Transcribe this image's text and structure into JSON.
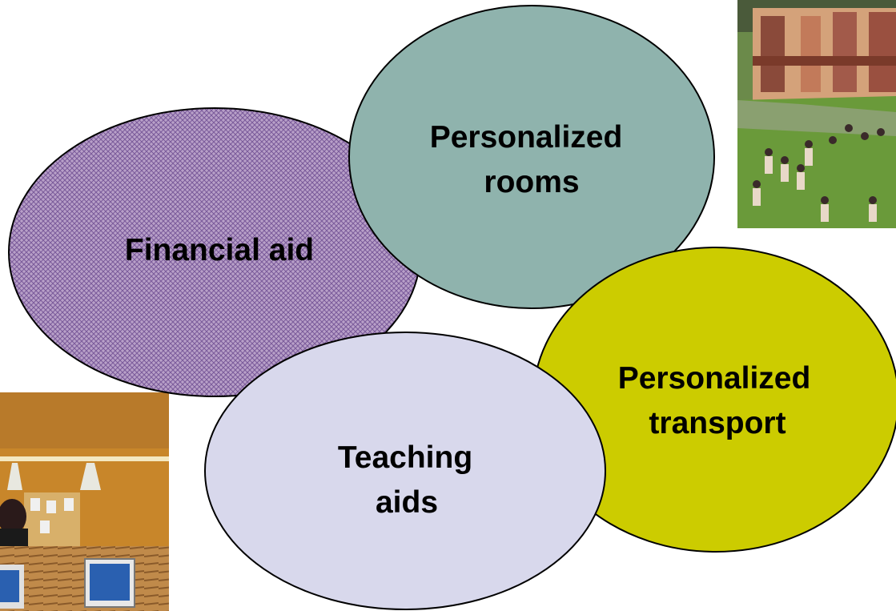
{
  "bubbles": {
    "financial_aid": {
      "line1": "Financial aid",
      "fill": "#b8a0c8",
      "pattern_color": "#7a5a9a"
    },
    "personalized_rooms": {
      "line1": "Personalized",
      "line2": "rooms",
      "fill": "#8fb3ad"
    },
    "personalized_transport": {
      "line1": "Personalized",
      "line2": "transport",
      "fill": "#cccc00"
    },
    "teaching_aids": {
      "line1": "Teaching",
      "line2": "aids",
      "fill": "#d8d8ec"
    }
  },
  "photos": {
    "campus": {
      "icon": "campus-photo"
    },
    "office": {
      "icon": "office-photo"
    }
  },
  "colors": {
    "outline": "#000000",
    "background": "#ffffff"
  }
}
